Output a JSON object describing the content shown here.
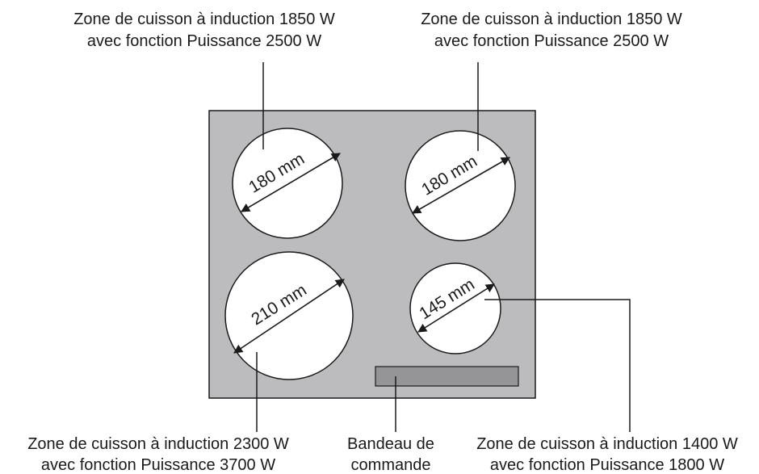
{
  "colors": {
    "cooktop": "#bcbcbf",
    "control_strip": "#959597",
    "zone": "#ffffff",
    "line": "#1a1a1a"
  },
  "zones": {
    "rear_left": {
      "diameter": "180 mm",
      "label_line1": "Zone de cuisson à induction 1850 W",
      "label_line2": "avec fonction Puissance 2500 W"
    },
    "rear_right": {
      "diameter": "180 mm",
      "label_line1": "Zone de cuisson à induction 1850 W",
      "label_line2": "avec fonction Puissance 2500 W"
    },
    "front_left": {
      "diameter": "210 mm",
      "label_line1": "Zone de cuisson à induction 2300 W",
      "label_line2": "avec fonction Puissance 3700 W"
    },
    "front_right": {
      "diameter": "145 mm",
      "label_line1": "Zone de cuisson à induction 1400 W",
      "label_line2": "avec fonction Puissance 1800 W"
    }
  },
  "control_panel": {
    "label_line1": "Bandeau de",
    "label_line2": "commande"
  }
}
